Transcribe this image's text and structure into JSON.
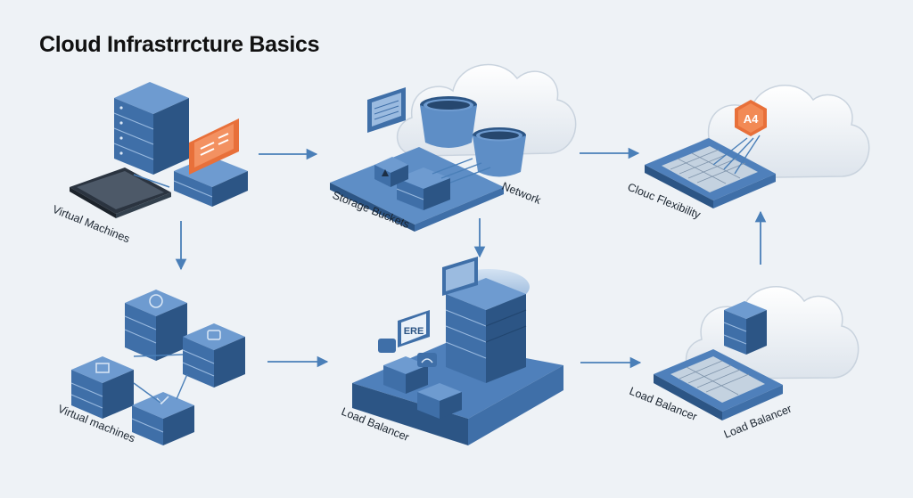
{
  "title": "Cloud Infrastrrcture Basics",
  "labels": {
    "vm_top": "Virtual Machines",
    "storage": "Storage Buckets",
    "network": "Network",
    "flexibility": "Clouc Flexibility",
    "vm_bottom": "Virtual machines",
    "lb_center": "Load Balancer",
    "lb_right_a": "Load Balancer",
    "lb_right_b": "Load Balancer"
  },
  "badges": {
    "center_sign": "ERE",
    "cloud_tag": "A4"
  },
  "colors": {
    "background": "#eef2f6",
    "server_top": "#6e9bd0",
    "server_front": "#3f6fa8",
    "server_side": "#2c5585",
    "accent_orange": "#e8703a",
    "arrow": "#4a7fb8",
    "cloud": "#ffffff"
  }
}
